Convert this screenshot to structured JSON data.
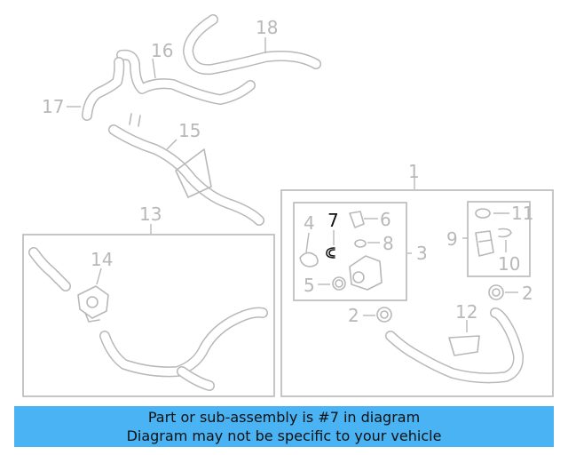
{
  "banner": {
    "line1": "Part or sub-assembly is #7 in diagram",
    "line2": "Diagram may not be specific to your vehicle"
  },
  "callouts": {
    "c1": "1",
    "c2a": "2",
    "c2b": "2",
    "c3": "3",
    "c4": "4",
    "c5": "5",
    "c6": "6",
    "c7": "7",
    "c8": "8",
    "c9": "9",
    "c10": "10",
    "c11": "11",
    "c12": "12",
    "c13": "13",
    "c14": "14",
    "c15": "15",
    "c16": "16",
    "c17": "17",
    "c18": "18"
  },
  "colors": {
    "line_art": "#b8b8b8",
    "highlight_part": "#111111",
    "banner_bg": "#4ab3f4"
  }
}
